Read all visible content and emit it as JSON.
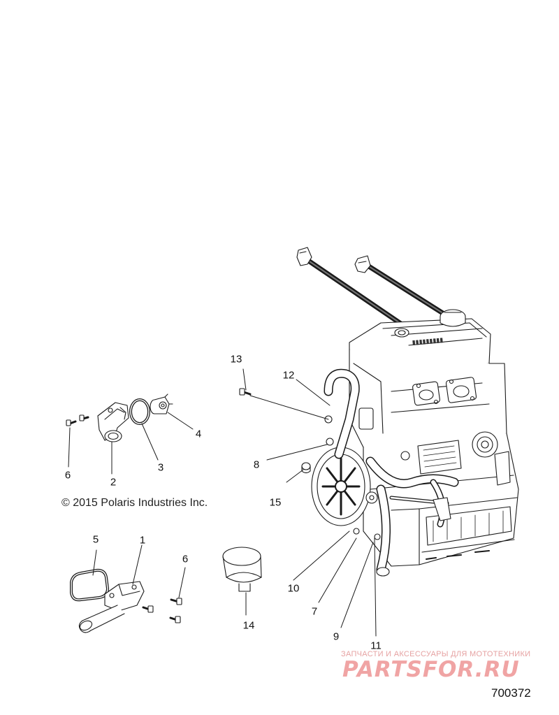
{
  "callouts": [
    {
      "id": "c1",
      "label": "1"
    },
    {
      "id": "c2",
      "label": "2"
    },
    {
      "id": "c3",
      "label": "3"
    },
    {
      "id": "c4",
      "label": "4"
    },
    {
      "id": "c5",
      "label": "5"
    },
    {
      "id": "c6a",
      "label": "6"
    },
    {
      "id": "c6b",
      "label": "6"
    },
    {
      "id": "c7",
      "label": "7"
    },
    {
      "id": "c8",
      "label": "8"
    },
    {
      "id": "c9",
      "label": "9"
    },
    {
      "id": "c10",
      "label": "10"
    },
    {
      "id": "c11",
      "label": "11"
    },
    {
      "id": "c12",
      "label": "12"
    },
    {
      "id": "c13",
      "label": "13"
    },
    {
      "id": "c14",
      "label": "14"
    },
    {
      "id": "c15",
      "label": "15"
    }
  ],
  "copyright": "© 2015 Polaris Industries Inc.",
  "figure_number": "700372",
  "watermark": {
    "tagline": "ЗАПЧАСТИ И АКСЕССУАРЫ ДЛЯ МОТОТЕХНИКИ",
    "logo": "PARTSFOR.RU"
  },
  "colors": {
    "line": "#1a1a1a",
    "shade": "#555555",
    "watermark": "#f0a4a4"
  }
}
